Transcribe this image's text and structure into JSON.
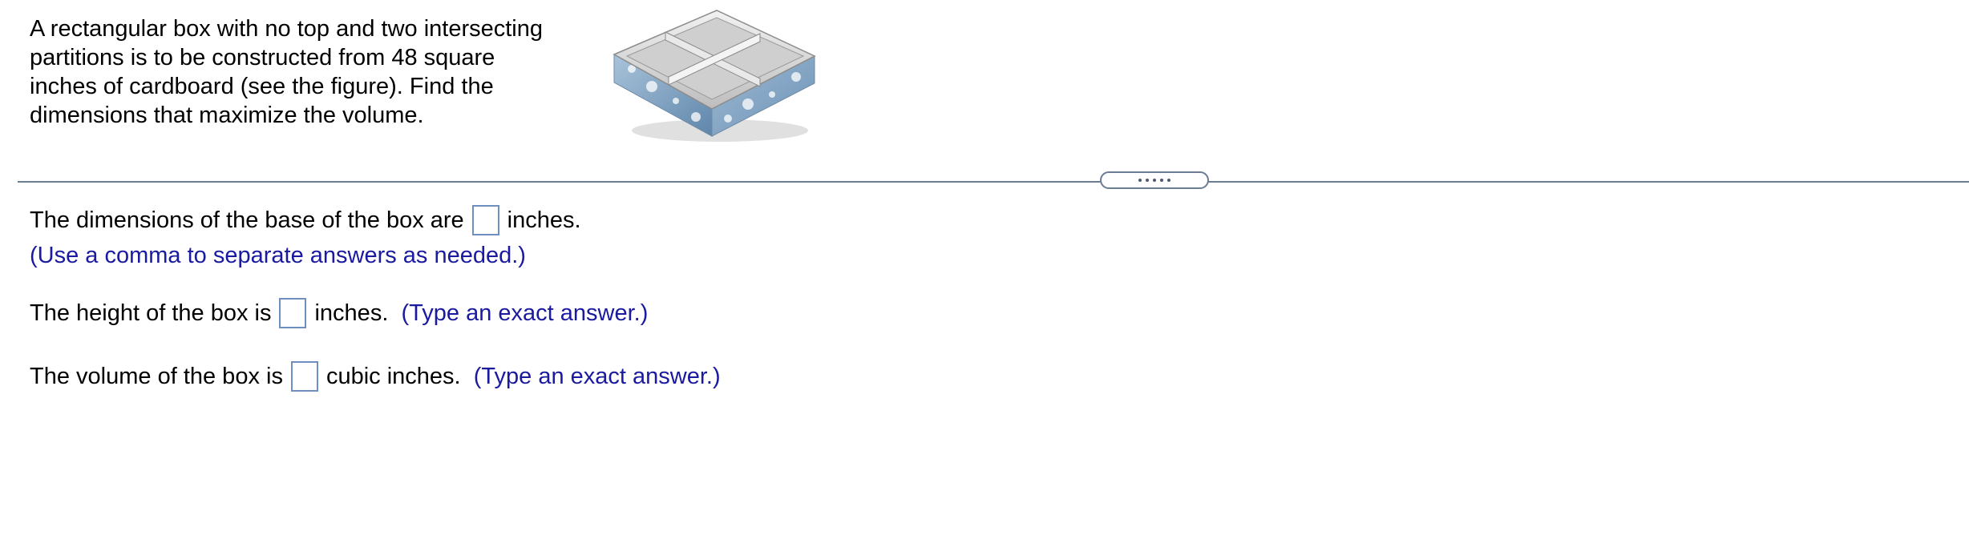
{
  "problem": {
    "lines": [
      "A rectangular box with no top and two intersecting",
      "partitions is to be constructed from 48 square",
      "inches of cardboard (see the figure). Find the",
      "dimensions that maximize the volume."
    ]
  },
  "figure": {
    "icon": "partitioned-box-illustration",
    "colors": {
      "interior": "#d8d8d8",
      "outer_pattern": "#7d9fbf",
      "highlight": "#ffffff"
    }
  },
  "divider": {
    "expand_label": "....."
  },
  "answers": {
    "base": {
      "prefix": "The dimensions of the base of the box are",
      "value": "",
      "suffix": "inches.",
      "hint": "(Use a comma to separate answers as needed.)"
    },
    "height": {
      "prefix": "The height of the box is",
      "value": "",
      "suffix": "inches.",
      "hint": "(Type an exact answer.)"
    },
    "volume": {
      "prefix": "The volume of the box is",
      "value": "",
      "suffix": "cubic inches.",
      "hint": "(Type an exact answer.)"
    }
  },
  "colors": {
    "hint_text": "#1a1aa0",
    "divider": "#6c7d93",
    "answer_box_border": "#6e8fc0"
  }
}
